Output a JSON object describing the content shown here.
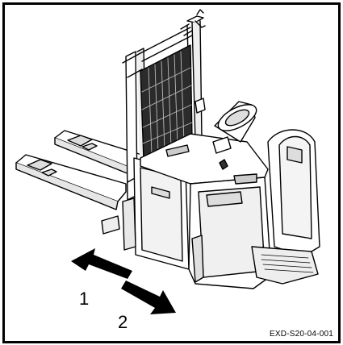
{
  "callouts": {
    "one": "1",
    "two": "2"
  },
  "drawing_code": "EXD-S20-04-001",
  "colors": {
    "line": "#000000",
    "body_fill": "#ffffff",
    "battery_fill": "#2b2b2b",
    "shade": "#d9d9d9"
  }
}
